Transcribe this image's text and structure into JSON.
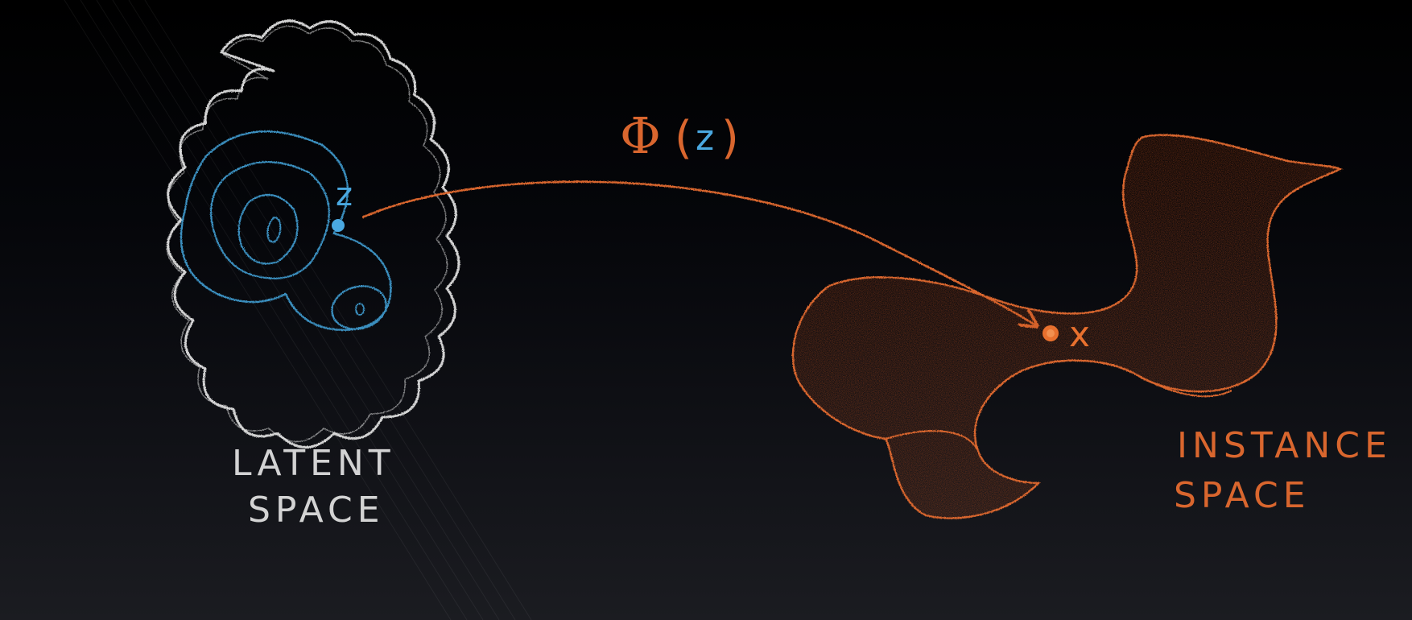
{
  "latent_space": {
    "label_line1": "LATENT",
    "label_line2": "SPACE",
    "color": "#e8e8e8"
  },
  "instance_space": {
    "label_line1": "INSTANCE",
    "label_line2": "SPACE",
    "color": "#d9662e"
  },
  "mapping": {
    "phi_symbol": "Φ",
    "open_paren": "(",
    "argument": "z",
    "close_paren": ")",
    "color": "#d9662e"
  },
  "latent_point": {
    "label": "z",
    "color": "#4aa8e0"
  },
  "instance_point": {
    "label": "x",
    "color": "#e8702e"
  },
  "contour_color": "#3a8fbf"
}
